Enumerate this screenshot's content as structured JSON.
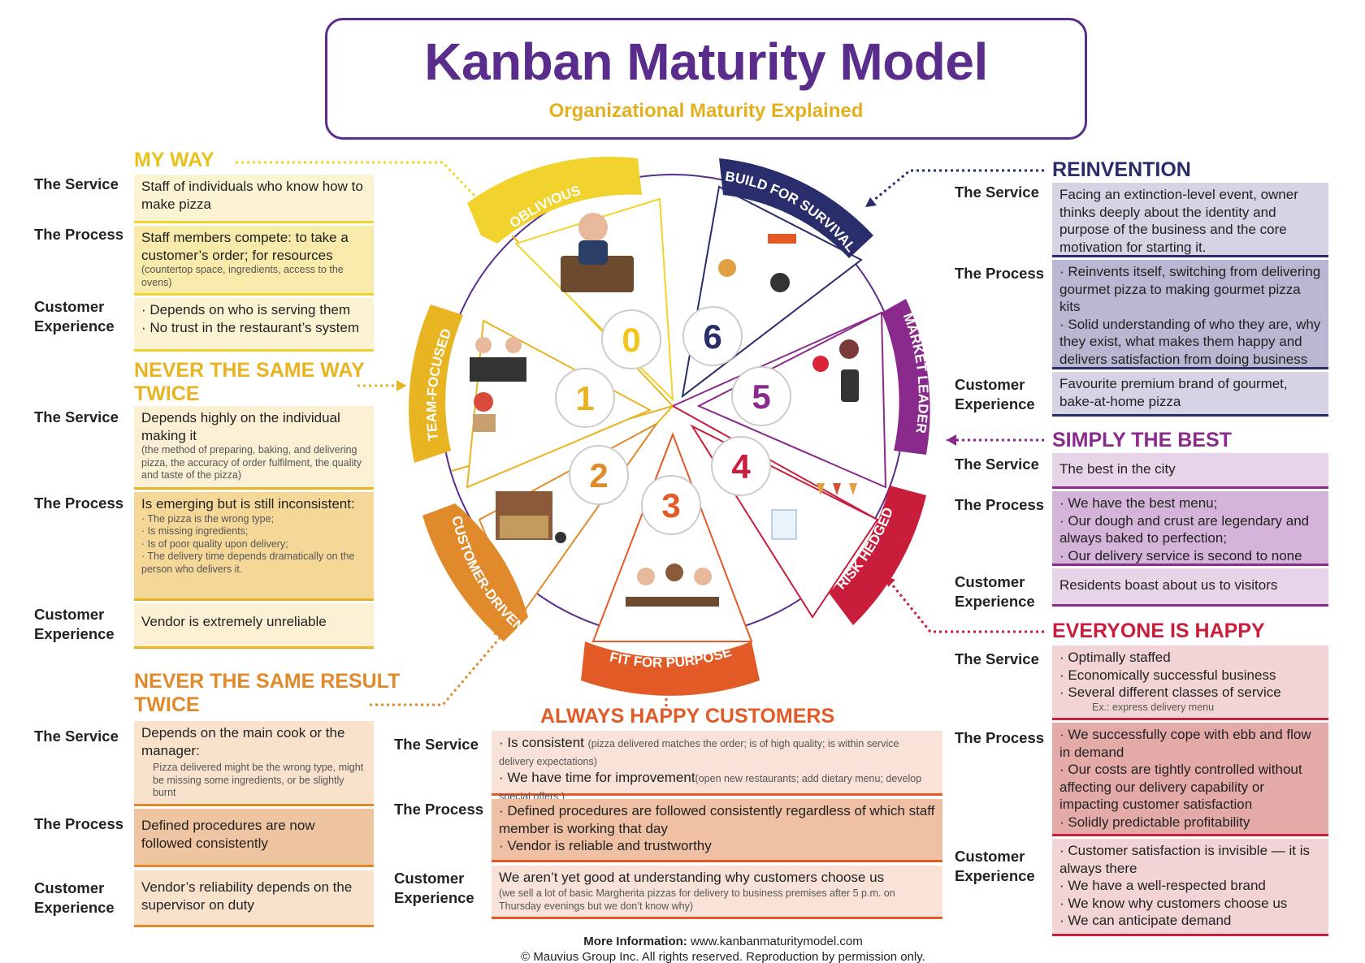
{
  "title": "Kanban Maturity Model",
  "subtitle": "Organizational Maturity Explained",
  "labels": {
    "service": "The Service",
    "process": "The Process",
    "cx1": "Customer",
    "cx2": "Experience"
  },
  "levels": [
    {
      "num": "0",
      "name": "OBLIVIOUS",
      "color": "#f2d22c"
    },
    {
      "num": "1",
      "name": "TEAM-FOCUSED",
      "color": "#e8b421"
    },
    {
      "num": "2",
      "name": "CUSTOMER-DRIVEN",
      "color": "#e08a2c"
    },
    {
      "num": "3",
      "name": "FIT FOR PURPOSE",
      "color": "#e25a26"
    },
    {
      "num": "4",
      "name": "RISK HEDGED",
      "color": "#c91d3c"
    },
    {
      "num": "5",
      "name": "MARKET LEADER",
      "color": "#8a2a8c"
    },
    {
      "num": "6",
      "name": "BUILD FOR SURVIVAL",
      "color": "#2a2d6c"
    }
  ],
  "sections": {
    "myway": {
      "heading": "MY WAY",
      "service": "Staff of individuals who know how to make pizza",
      "process": "Staff members compete: to take a customer’s order;  for resources",
      "process_note": "(countertop space, ingredients, access to the ovens)",
      "cx": [
        "· Depends on who is serving them",
        "· No trust in the restaurant’s system"
      ]
    },
    "never_way": {
      "heading1": "NEVER THE SAME WAY",
      "heading2": "TWICE",
      "service": "Depends highly on the individual making it",
      "service_note": "(the method of preparing, baking, and delivering pizza, the accuracy of order fulfilment, the quality and taste of the pizza)",
      "process": "Is emerging but is still inconsistent:",
      "process_notes": [
        "· The pizza is the wrong type;",
        "· Is missing ingredients;",
        "· Is of poor quality upon delivery;",
        "· The delivery time depends dramatically on the person who delivers it."
      ],
      "cx": "Vendor is extremely unreliable"
    },
    "never_result": {
      "heading1": "NEVER THE SAME RESULT",
      "heading2": "TWICE",
      "service": "Depends on the main cook or the manager:",
      "service_note": "Pizza delivered might be the wrong type, might be missing some ingredients, or be slightly burnt",
      "process": "Defined procedures are now followed consistently",
      "cx": "Vendor’s reliability depends on the supervisor on duty"
    },
    "always": {
      "heading": "ALWAYS HAPPY CUSTOMERS",
      "service1": "· Is consistent",
      "service1_note": "(pizza delivered matches the order; is of high quality; is within service delivery expectations)",
      "service2": "· We have time for improvement",
      "service2_note": "(open new restaurants; add dietary menu; develop special offers )",
      "process": [
        "· Defined procedures are followed consistently regardless of which staff member is working that day",
        "· Vendor is reliable and trustworthy"
      ],
      "cx": "We aren’t yet good at understanding why customers choose us",
      "cx_note": "(we sell a lot of basic Margherita pizzas for delivery to business premises after 5 p.m. on Thursday evenings but we don’t know why)"
    },
    "reinvention": {
      "heading": "REINVENTION",
      "service": "Facing an extinction-level event, owner thinks deeply about the identity and purpose of the business and the core motivation for starting it.",
      "process": [
        "· Reinvents itself, switching from delivering gourmet pizza to making gourmet pizza kits",
        "· Solid understanding of who they are, why they exist, what makes them happy and delivers satisfaction from doing business"
      ],
      "cx": "Favourite premium brand of gourmet, bake-at-home pizza"
    },
    "best": {
      "heading": "SIMPLY THE BEST",
      "service": "The best in the city",
      "process": [
        "· We have the best menu;",
        "· Our dough and crust are legendary and always baked to perfection;",
        "· Our delivery service is second to none"
      ],
      "cx": "Residents boast about us to visitors"
    },
    "happy": {
      "heading": "EVERYONE IS HAPPY",
      "service": [
        "· Optimally staffed",
        "· Economically successful business",
        "· Several different classes of service"
      ],
      "service_note": "Ex.: express delivery menu",
      "process": [
        "· We successfully cope with ebb and flow in demand",
        "· Our costs are tightly controlled without affecting our delivery capability or impacting customer satisfaction",
        "· Solidly predictable profitability"
      ],
      "cx": [
        "· Customer satisfaction is invisible — it is always there",
        "· We have a well-respected brand",
        "· We know why customers choose us",
        "· We can anticipate demand"
      ]
    }
  },
  "footer": {
    "more_label": "More Information:",
    "url": "www.kanbanmaturitymodel.com",
    "copyright": "© Mauvius Group Inc. All rights reserved. Reproduction by permission only."
  },
  "colors": {
    "purple": "#5a2d8c",
    "gold": "#e2b01c",
    "orange": "#e07a2c",
    "red": "#c91d3c",
    "navy": "#2a2d6c"
  }
}
